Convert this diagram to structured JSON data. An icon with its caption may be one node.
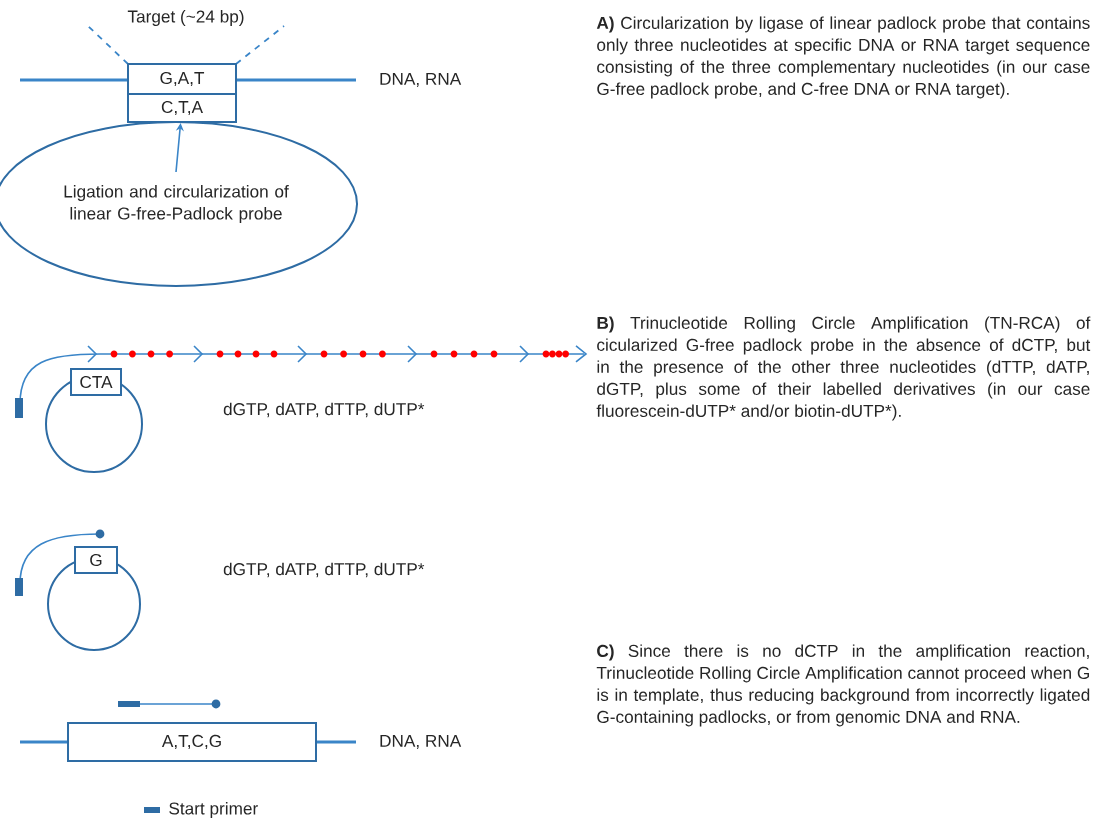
{
  "diagram": {
    "nodes": [
      {
        "text": [
          "G,A,T"
        ]
      },
      {
        "text": [
          "C,T,A"
        ]
      },
      {
        "text": [
          "Ligation and circularization of linear G-free-Padlock probe"
        ]
      },
      {
        "text": [
          "CTA"
        ]
      },
      {
        "text": [
          "G"
        ]
      },
      {
        "text": [
          "A,T,C,G"
        ]
      }
    ],
    "edges": [
      {
        "from": 2,
        "to": 1,
        "arrow": "to"
      }
    ],
    "labels": [
      "Target (~24 bp)",
      "DNA, RNA",
      "dGTP, dATP, dTTP, dUTP*",
      "dGTP, dATP, dTTP, dUTP*",
      "DNA, RNA",
      "**A)** Circularization by ligase of linear padlock probe that contains only three nucleotides at specific DNA or RNA target sequence consisting of the three complementary nucleotides (in our case G-free padlock probe, and C-free DNA or RNA target).",
      "**B)** Trinucleotide Rolling Circle Amplification (TN-RCA) of cicularized G-free padlock probe in the absence of dCTP, but in the presence of the other three nucleotides (dTTP, dATP, dGTP, plus some of their labelled derivatives (in our case fluorescein-dUTP* and/or biotin-dUTP*).",
      "**C)** Since there is no dCTP in the amplification reaction, Trinucleotide Rolling Circle Amplification cannot proceed when G is in template, thus reducing background from incorrectly ligated G-containing padlocks, or from genomic DNA and RNA."
    ],
    "legend": [
      {
        "text": "Start primer"
      }
    ]
  }
}
